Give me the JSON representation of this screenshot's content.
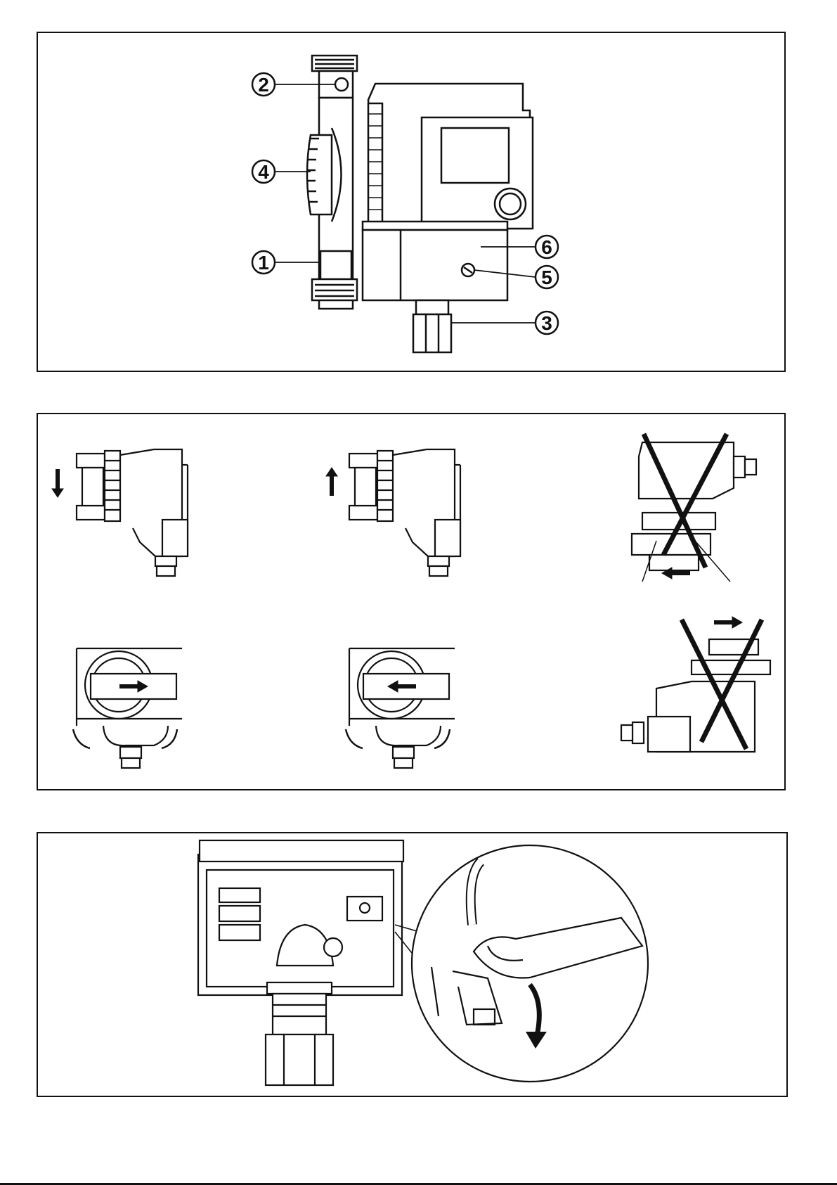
{
  "figure1": {
    "callouts": [
      {
        "id": "c2",
        "label": "2"
      },
      {
        "id": "c4",
        "label": "4"
      },
      {
        "id": "c1",
        "label": "1"
      },
      {
        "id": "c6",
        "label": "6"
      },
      {
        "id": "c5",
        "label": "5"
      },
      {
        "id": "c3",
        "label": "3"
      }
    ]
  },
  "figure2": {
    "views": [
      {
        "id": "horizontal-flow-down",
        "status": "allowed",
        "arrow": "down"
      },
      {
        "id": "horizontal-flow-up",
        "status": "allowed",
        "arrow": "up"
      },
      {
        "id": "motor-below-pipe",
        "status": "not-allowed",
        "arrow": "left"
      },
      {
        "id": "vertical-flow-right",
        "status": "allowed",
        "arrow": "right"
      },
      {
        "id": "vertical-flow-left",
        "status": "allowed",
        "arrow": "left"
      },
      {
        "id": "motor-above-pipe",
        "status": "not-allowed",
        "arrow": "right"
      }
    ]
  },
  "figure3": {
    "detail": "terminal-clamp-release"
  },
  "colors": {
    "line": "#111111",
    "fill": "#ffffff",
    "shade": "#d9d9d9"
  }
}
